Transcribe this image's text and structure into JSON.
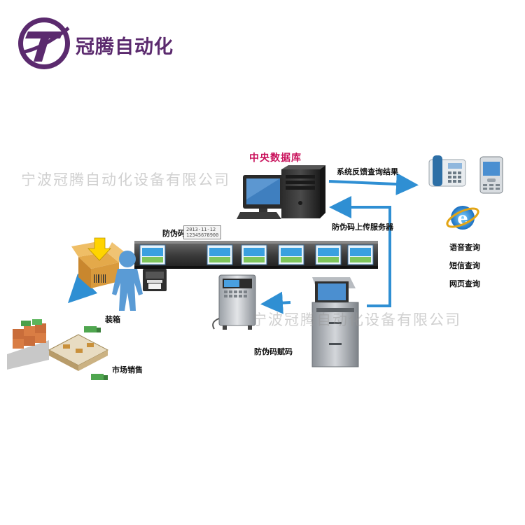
{
  "logo": {
    "text": "冠腾自动化"
  },
  "watermark": {
    "text": "宁波冠腾自动化设备有限公司"
  },
  "nodes": {
    "central_db": "中央数据库",
    "feedback": "系统反馈查询结果",
    "upload": "防伪码上传服务器",
    "code_label": "防伪码：",
    "code_line1": "2013-11-12",
    "code_line2": "12345678900",
    "packing": "装箱",
    "market": "市场销售",
    "assign": "防伪码赋码"
  },
  "query_methods": [
    "语音查询",
    "短信查询",
    "网页查询"
  ],
  "colors": {
    "arrow": "#2f8fd3",
    "logo_purple": "#5b2a6e",
    "db_title": "#c8105a"
  }
}
